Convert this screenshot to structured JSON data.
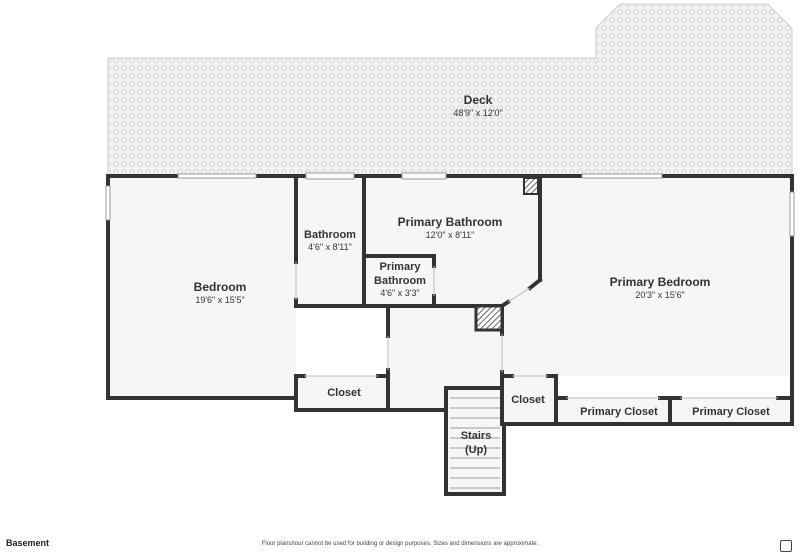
{
  "rooms": {
    "deck": {
      "name": "Deck",
      "dims": "48'9\" x 12'0\""
    },
    "bedroom": {
      "name": "Bedroom",
      "dims": "19'6\" x 15'5\""
    },
    "bathroom": {
      "name": "Bathroom",
      "dims": "4'6\" x 8'11\""
    },
    "primary_bathroom": {
      "name": "Primary Bathroom",
      "dims": "12'0\" x 8'11\""
    },
    "primary_bathroom_small": {
      "line1": "Primary",
      "line2": "Bathroom",
      "dims": "4'6\" x 3'3\""
    },
    "primary_bedroom": {
      "name": "Primary Bedroom",
      "dims": "20'3\" x 15'6\""
    },
    "closet_left": {
      "name": "Closet"
    },
    "closet_right": {
      "name": "Closet"
    },
    "stairs": {
      "line1": "Stairs",
      "line2": "(Up)"
    },
    "primary_closet_1": {
      "name": "Primary Closet"
    },
    "primary_closet_2": {
      "name": "Primary Closet"
    }
  },
  "footer": {
    "floor": "Basement",
    "disclaimer": "Floor plans/tour cannot be used for building or design purposes. Sizes and dimensions are approximate."
  },
  "colors": {
    "wall": "#333333",
    "floor": "#f5f5f5",
    "deck": "#f0f0f0"
  }
}
